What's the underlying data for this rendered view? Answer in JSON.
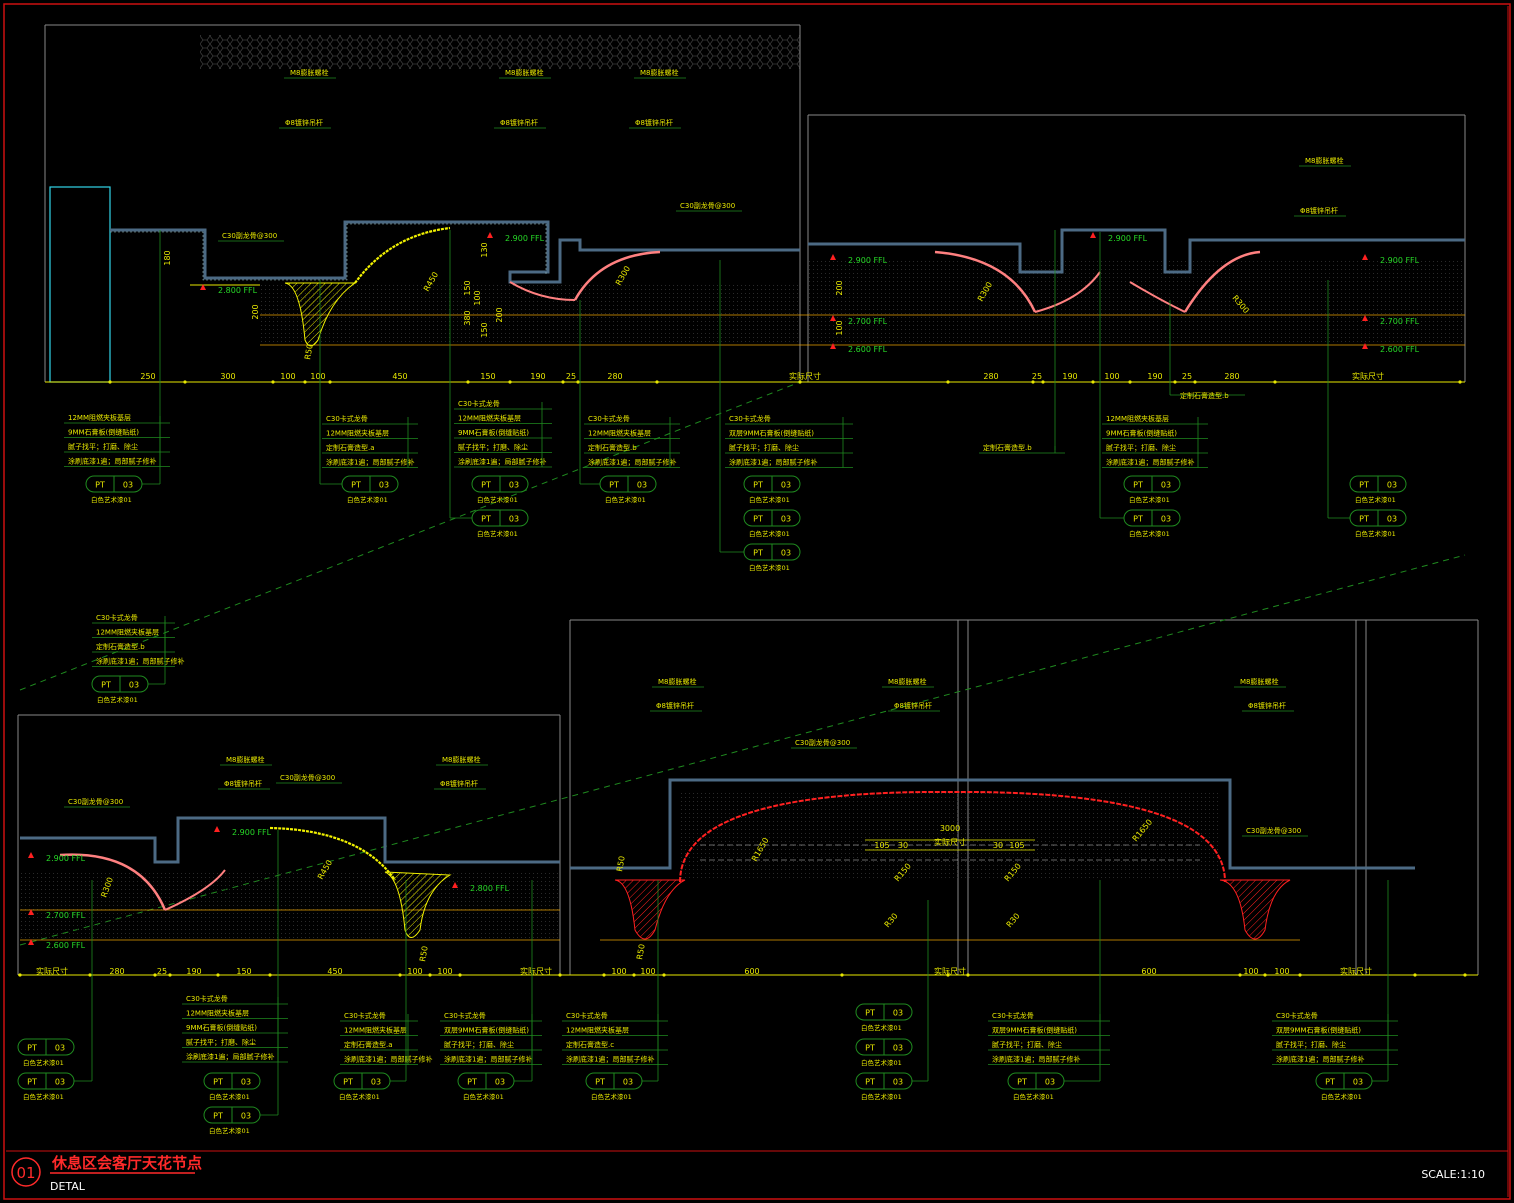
{
  "title_block": {
    "number": "01",
    "title": "休息区会客厅天花节点",
    "subtitle": "DETAL",
    "scale": "SCALE:1:10"
  },
  "colors": {
    "frame": "#cc1010",
    "structure": "#4c6a84",
    "leader": "#1f8a1f",
    "text": "#e8e800",
    "red_arc": "#ff2020",
    "yellow_arc": "#f2f200",
    "cyan": "#33d6e8",
    "level": "#27d827"
  },
  "top": {
    "hangers": [
      {
        "bolt": "M8膨胀螺栓",
        "rod": "Φ8镀锌吊杆"
      },
      {
        "bolt": "M8膨胀螺栓",
        "rod": "Φ8镀锌吊杆"
      },
      {
        "bolt": "M8膨胀螺栓",
        "rod": "Φ8镀锌吊杆"
      },
      {
        "bolt": "M8膨胀螺栓",
        "rod": "Φ8镀锌吊杆"
      }
    ],
    "keels": [
      "C30副龙骨@300",
      "C30副龙骨@300"
    ],
    "levels": [
      "2.800 FFL",
      "2.900 FFL",
      "2.900 FFL",
      "2.900 FFL",
      "2.900 FFL",
      "2.700 FFL",
      "2.600 FFL",
      "2.700 FFL",
      "2.600 FFL"
    ],
    "radii": [
      "R50",
      "R450",
      "R300",
      "R300",
      "R300"
    ],
    "vdims": [
      "180",
      "200",
      "130",
      "150",
      "100",
      "380",
      "150",
      "200",
      "200",
      "100"
    ],
    "dims": [
      "250",
      "300",
      "100",
      "100",
      "450",
      "150",
      "190",
      "25",
      "280",
      "实际尺寸",
      "280",
      "25",
      "190",
      "100",
      "190",
      "25",
      "280",
      "实际尺寸"
    ],
    "stone_note": "定制石膏造型.b",
    "callouts": [
      {
        "lines": [
          "12MM阻燃夹板基层",
          "9MM石膏板(倒缝贴纸)",
          "腻子找平；打磨、除尘",
          "涂刷底漆1遍；局部腻子修补"
        ]
      },
      {
        "lines": [
          "C30卡式龙骨",
          "12MM阻燃夹板基层",
          "定制石膏造型.a",
          "涂刷底漆1遍；局部腻子修补"
        ]
      },
      {
        "lines": [
          "C30卡式龙骨",
          "12MM阻燃夹板基层",
          "9MM石膏板(倒缝贴纸)",
          "腻子找平；打磨、除尘",
          "涂刷底漆1遍；局部腻子修补"
        ]
      },
      {
        "lines": [
          "C30卡式龙骨",
          "12MM阻燃夹板基层",
          "定制石膏造型.b",
          "涂刷底漆1遍；局部腻子修补"
        ]
      },
      {
        "lines": [
          "C30卡式龙骨",
          "双层9MM石膏板(倒缝贴纸)",
          "腻子找平；打磨、除尘",
          "涂刷底漆1遍；局部腻子修补"
        ]
      },
      {
        "lines": [
          "定制石膏造型.b"
        ]
      },
      {
        "lines": [
          "12MM阻燃夹板基层",
          "9MM石膏板(倒缝贴纸)",
          "腻子找平；打磨、除尘",
          "涂刷底漆1遍；局部腻子修补"
        ]
      }
    ],
    "tags": [
      {
        "code": "PT",
        "num": "03",
        "note": "白色艺术漆01"
      },
      {
        "code": "PT",
        "num": "03",
        "note": "白色艺术漆01"
      },
      {
        "code": "PT",
        "num": "03",
        "note": "白色艺术漆01"
      },
      {
        "code": "PT",
        "num": "03",
        "note": "白色艺术漆01"
      },
      {
        "code": "PT",
        "num": "03",
        "note": "白色艺术漆01"
      },
      {
        "code": "PT",
        "num": "03",
        "note": "白色艺术漆01"
      },
      {
        "code": "PT",
        "num": "03",
        "note": "白色艺术漆01"
      },
      {
        "code": "PT",
        "num": "03",
        "note": "白色艺术漆01"
      },
      {
        "code": "PT",
        "num": "03",
        "note": "白色艺术漆01"
      },
      {
        "code": "PT",
        "num": "03",
        "note": "白色艺术漆01"
      },
      {
        "code": "PT",
        "num": "03",
        "note": "白色艺术漆01"
      },
      {
        "code": "PT",
        "num": "03",
        "note": "白色艺术漆01"
      },
      {
        "code": "PT",
        "num": "03",
        "note": "白色艺术漆01"
      }
    ]
  },
  "bottom": {
    "hangers": [
      {
        "bolt": "M8膨胀螺栓",
        "rod": "Φ8镀锌吊杆"
      },
      {
        "bolt": "M8膨胀螺栓",
        "rod": "Φ8镀锌吊杆"
      },
      {
        "bolt": "M8膨胀螺栓",
        "rod": "Φ8镀锌吊杆"
      },
      {
        "bolt": "M8膨胀螺栓",
        "rod": "Φ8镀锌吊杆"
      },
      {
        "bolt": "M8膨胀螺栓",
        "rod": "Φ8镀锌吊杆"
      }
    ],
    "keels": [
      "C30副龙骨@300",
      "C30副龙骨@300",
      "C30副龙骨@300",
      "C30副龙骨@300"
    ],
    "levels": [
      "2.900 FFL",
      "2.700 FFL",
      "2.600 FFL",
      "2.900 FFL",
      "2.800 FFL"
    ],
    "radii": [
      "R300",
      "R450",
      "R50",
      "R50",
      "R50",
      "R1650",
      "R1650",
      "R30",
      "R150",
      "R150",
      "R30"
    ],
    "center_dims": [
      "3000",
      "105",
      "30",
      "实际尺寸",
      "30",
      "105"
    ],
    "dims": [
      "实际尺寸",
      "280",
      "25",
      "190",
      "150",
      "450",
      "100",
      "100",
      "实际尺寸",
      "100",
      "100",
      "600",
      "实际尺寸",
      "600",
      "100",
      "100",
      "实际尺寸"
    ],
    "callouts": [
      {
        "lines": [
          "C30卡式龙骨",
          "12MM阻燃夹板基层",
          "定制石膏造型.b",
          "涂刷底漆1遍；局部腻子修补"
        ]
      },
      {
        "lines": [
          "C30卡式龙骨",
          "12MM阻燃夹板基层",
          "9MM石膏板(倒缝贴纸)",
          "腻子找平；打磨、除尘",
          "涂刷底漆1遍；局部腻子修补"
        ]
      },
      {
        "lines": [
          "C30卡式龙骨",
          "12MM阻燃夹板基层",
          "定制石膏造型.a",
          "涂刷底漆1遍；局部腻子修补"
        ]
      },
      {
        "lines": [
          "C30卡式龙骨",
          "双层9MM石膏板(倒缝贴纸)",
          "腻子找平；打磨、除尘",
          "涂刷底漆1遍；局部腻子修补"
        ]
      },
      {
        "lines": [
          "C30卡式龙骨",
          "12MM阻燃夹板基层",
          "定制石膏造型.c",
          "涂刷底漆1遍；局部腻子修补"
        ]
      },
      {
        "lines": [
          "C30卡式龙骨",
          "双层9MM石膏板(倒缝贴纸)",
          "腻子找平；打磨、除尘",
          "涂刷底漆1遍；局部腻子修补"
        ]
      },
      {
        "lines": [
          "C30卡式龙骨",
          "双层9MM石膏板(倒缝贴纸)",
          "腻子找平；打磨、除尘",
          "涂刷底漆1遍；局部腻子修补"
        ]
      }
    ],
    "tags": [
      {
        "code": "PT",
        "num": "03",
        "note": "白色艺术漆01"
      },
      {
        "code": "PT",
        "num": "03",
        "note": "白色艺术漆01"
      },
      {
        "code": "PT",
        "num": "03",
        "note": "白色艺术漆01"
      },
      {
        "code": "PT",
        "num": "03",
        "note": "白色艺术漆01"
      },
      {
        "code": "PT",
        "num": "03",
        "note": "白色艺术漆01"
      },
      {
        "code": "PT",
        "num": "03",
        "note": "白色艺术漆01"
      },
      {
        "code": "PT",
        "num": "03",
        "note": "白色艺术漆01"
      },
      {
        "code": "PT",
        "num": "03",
        "note": "白色艺术漆01"
      },
      {
        "code": "PT",
        "num": "03",
        "note": "白色艺术漆01"
      },
      {
        "code": "PT",
        "num": "03",
        "note": "白色艺术漆01"
      },
      {
        "code": "PT",
        "num": "03",
        "note": "白色艺术漆01"
      },
      {
        "code": "PT",
        "num": "03",
        "note": "白色艺术漆01"
      },
      {
        "code": "PT",
        "num": "03",
        "note": "白色艺术漆01"
      },
      {
        "code": "PT",
        "num": "03",
        "note": "白色艺术漆01"
      }
    ]
  }
}
